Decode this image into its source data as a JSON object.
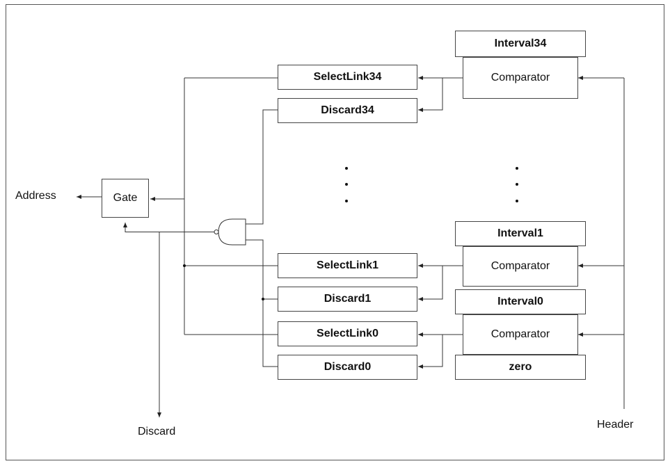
{
  "labels": {
    "interval34": "Interval34",
    "comparator34": "Comparator",
    "selectlink34": "SelectLink34",
    "discard34": "Discard34",
    "interval1": "Interval1",
    "comparator1": "Comparator",
    "selectlink1": "SelectLink1",
    "discard1": "Discard1",
    "interval0": "Interval0",
    "comparator0": "Comparator",
    "selectlink0": "SelectLink0",
    "discard0": "Discard0",
    "zero": "zero",
    "gate": "Gate",
    "address": "Address",
    "discard": "Discard",
    "header": "Header"
  },
  "colors": {
    "line": "#333333",
    "box_border": "#444444"
  }
}
